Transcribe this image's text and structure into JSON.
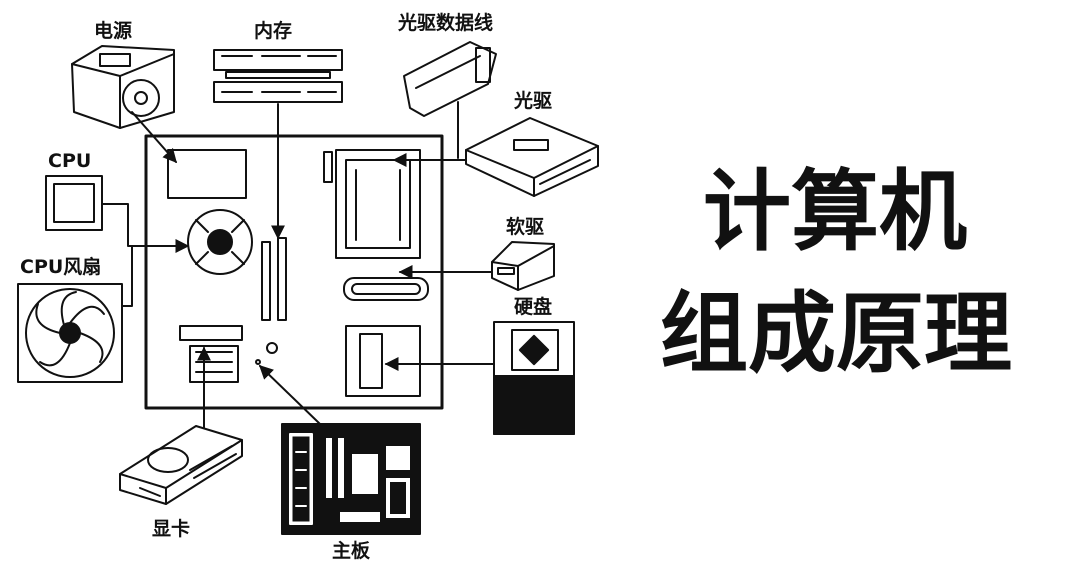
{
  "title": {
    "line1": "计算机",
    "line2": "组成原理"
  },
  "labels": {
    "power_supply": "电源",
    "memory": "内存",
    "optical_cable": "光驱数据线",
    "optical_drive": "光驱",
    "cpu": "CPU",
    "cpu_fan": "CPU风扇",
    "floppy": "软驱",
    "hard_disk": "硬盘",
    "gpu": "显卡",
    "motherboard": "主板"
  },
  "colors": {
    "ink": "#111111",
    "background": "#ffffff"
  }
}
